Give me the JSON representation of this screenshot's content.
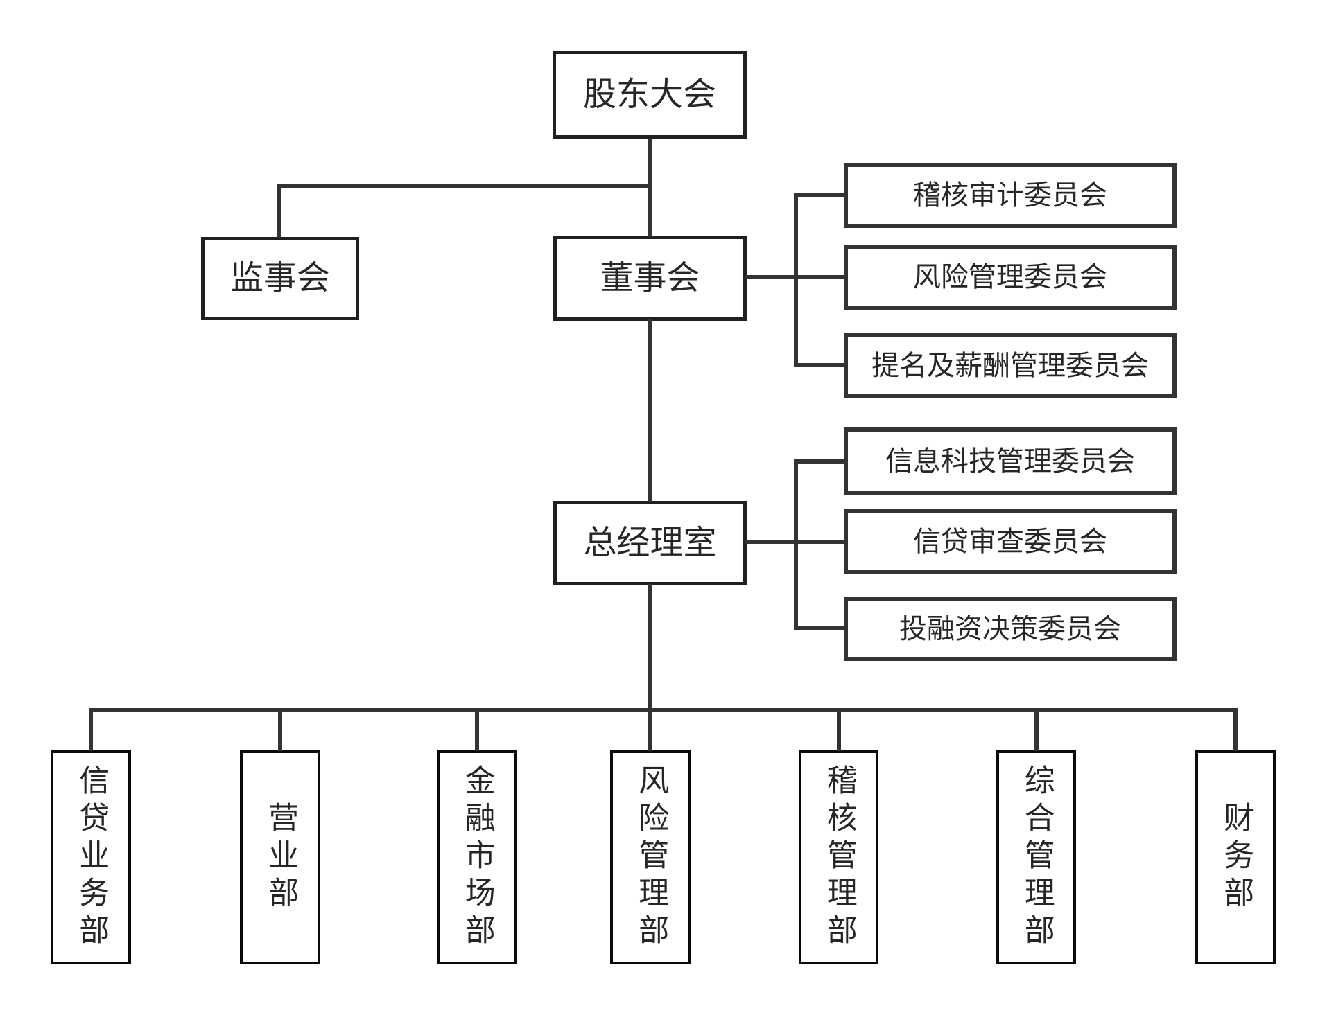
{
  "colors": {
    "background": "#ffffff",
    "line": "#333333",
    "main_border": "#1f1f1f",
    "committee_border": "#333333",
    "dept_border": "#0a0a0a",
    "text": "#262626"
  },
  "nodes": {
    "shareholders_meeting": "股东大会",
    "supervisory_board": "监事会",
    "board_of_directors": "董事会",
    "general_manager_office": "总经理室"
  },
  "board_committees": [
    "稽核审计委员会",
    "风险管理委员会",
    "提名及薪酬管理委员会"
  ],
  "gm_committees": [
    "信息科技管理委员会",
    "信贷审查委员会",
    "投融资决策委员会"
  ],
  "departments": [
    "信贷业务部",
    "营业部",
    "金融市场部",
    "风险管理部",
    "稽核管理部",
    "综合管理部",
    "财务部"
  ]
}
